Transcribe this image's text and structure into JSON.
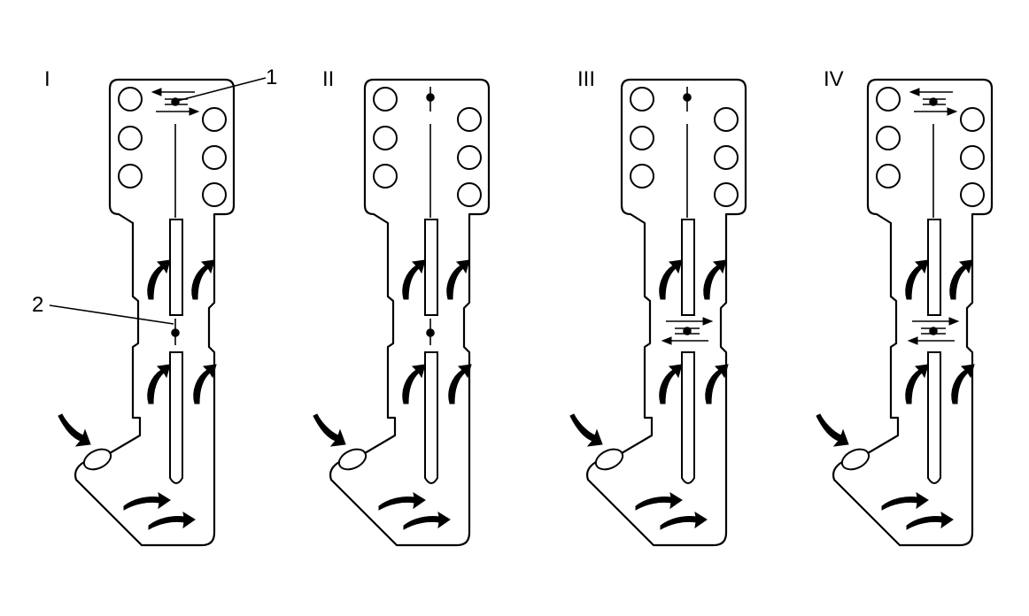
{
  "panels": [
    {
      "id": "I",
      "label": "I",
      "upper_valve_open": true,
      "lower_valve_open": false
    },
    {
      "id": "II",
      "label": "II",
      "upper_valve_open": false,
      "lower_valve_open": false
    },
    {
      "id": "III",
      "label": "III",
      "upper_valve_open": false,
      "lower_valve_open": true
    },
    {
      "id": "IV",
      "label": "IV",
      "upper_valve_open": true,
      "lower_valve_open": true
    }
  ],
  "callouts": [
    {
      "id": "1",
      "label": "1"
    },
    {
      "id": "2",
      "label": "2"
    }
  ],
  "colors": {
    "line": "#000000",
    "background": "#ffffff"
  }
}
